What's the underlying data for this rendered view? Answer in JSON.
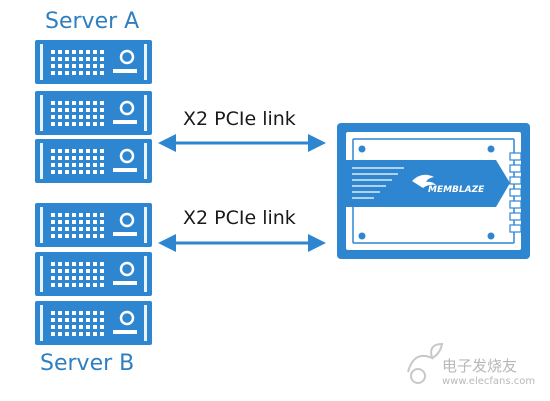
{
  "labels": {
    "server_a": "Server A",
    "server_b": "Server B",
    "link_top": "X2 PCIe link",
    "link_bottom": "X2 PCIe link"
  },
  "device": {
    "brand": "MEMBLAZE"
  },
  "watermark": {
    "cn": "电子发烧友",
    "url": "www.elecfans.com"
  },
  "colors": {
    "accent": "#2E86D1",
    "label": "#2E7FC1",
    "device_panel": "#4A9AD9",
    "arrow": "#2E86D1"
  },
  "icons": {
    "server": "server-rack-unit-icon",
    "arrow": "double-arrow-icon"
  }
}
